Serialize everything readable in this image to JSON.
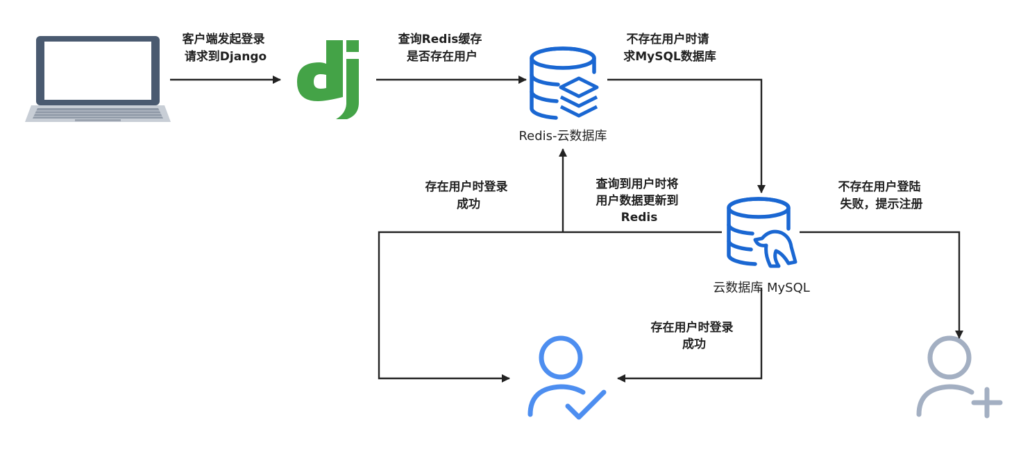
{
  "nodes": {
    "redis": {
      "caption": "Redis-云数据库"
    },
    "mysql": {
      "caption": "云数据库 MySQL"
    }
  },
  "edges": {
    "client_to_django": [
      "客户端发起登录",
      "请求到Django"
    ],
    "django_to_redis": [
      "查询Redis缓存",
      "是否存在用户"
    ],
    "redis_to_mysql": [
      "不存在用户时请",
      "求MySQL数据库"
    ],
    "redis_success": [
      "存在用户时登录",
      "成功"
    ],
    "mysql_to_redis": [
      "查询到用户时将",
      "用户数据更新到",
      "Redis"
    ],
    "mysql_fail": [
      "不存在用户登陆",
      "失败，提示注册"
    ],
    "mysql_success": [
      "存在用户时登录",
      "成功"
    ]
  },
  "icons": {
    "laptop": "laptop-icon",
    "django": "django-logo-icon",
    "redis": "redis-database-icon",
    "mysql": "mysql-database-icon",
    "user_success": "user-check-icon",
    "user_register": "user-add-icon"
  },
  "colors": {
    "django_green": "#44a347",
    "db_blue": "#1a67d2",
    "user_blue": "#4d8ef0",
    "user_gray": "#a3afc2",
    "arrow": "#222222"
  }
}
